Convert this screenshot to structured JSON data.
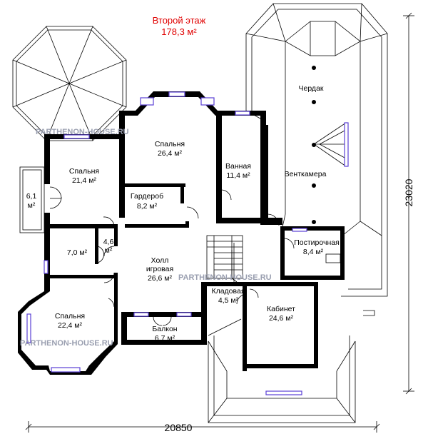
{
  "title": {
    "floor": "Второй этаж",
    "area": "178,3 м²"
  },
  "rooms": [
    {
      "name": "Спальня",
      "area": "26,4 м²"
    },
    {
      "name": "Спальня",
      "area": "21,4 м²"
    },
    {
      "name": "Гардероб",
      "area": "8,2 м²"
    },
    {
      "name": "Ванная",
      "area": "11,4 м²"
    },
    {
      "name": "6,1",
      "area": "м²"
    },
    {
      "name": "7,0 м²",
      "area": ""
    },
    {
      "name": "4,6",
      "area": "м²"
    },
    {
      "name": "Холл",
      "area": "игровая",
      "extra": "26,6 м²"
    },
    {
      "name": "Спальня",
      "area": "22,4 м²"
    },
    {
      "name": "Балкон",
      "area": "6,7 м²"
    },
    {
      "name": "Кладовая",
      "area": "4,5 м²"
    },
    {
      "name": "Кабинет",
      "area": "24,6 м²"
    },
    {
      "name": "Постирочная",
      "area": "8,4 м²"
    },
    {
      "name": "Чердак",
      "area": ""
    },
    {
      "name": "Венткамера",
      "area": ""
    }
  ],
  "dimensions": {
    "width": "20850",
    "height": "23020"
  },
  "watermark": "PARTHENON-HOUSE.RU"
}
